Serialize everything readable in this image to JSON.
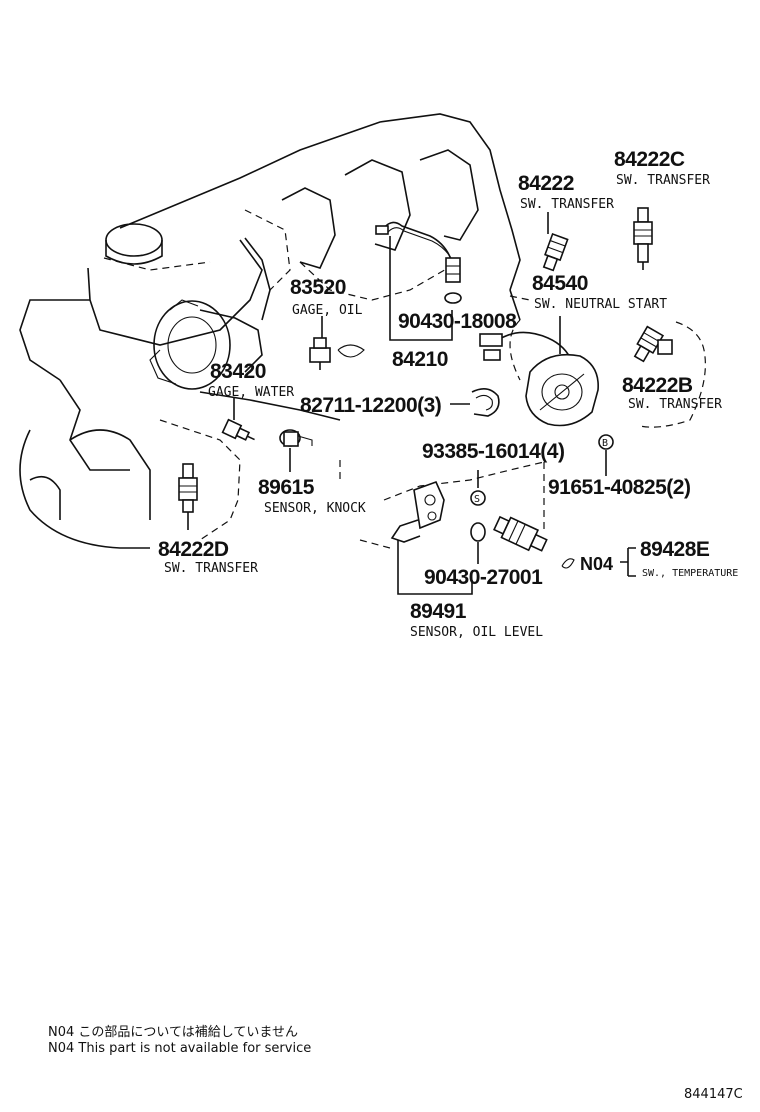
{
  "parts": {
    "p84222C": {
      "number": "84222C",
      "desc": "SW. TRANSFER"
    },
    "p84222": {
      "number": "84222",
      "desc": "SW. TRANSFER"
    },
    "p84540": {
      "number": "84540",
      "desc": "SW. NEUTRAL START"
    },
    "p84222B": {
      "number": "84222B",
      "desc": "SW. TRANSFER"
    },
    "p83520": {
      "number": "83520",
      "desc": "GAGE, OIL"
    },
    "p90430_18008": {
      "number": "90430-18008"
    },
    "p84210": {
      "number": "84210"
    },
    "p83420": {
      "number": "83420",
      "desc": "GAGE, WATER"
    },
    "p82711": {
      "number": "82711-12200(3)"
    },
    "p93385": {
      "number": "93385-16014(4)"
    },
    "p91651": {
      "number": "91651-40825(2)"
    },
    "p89615": {
      "number": "89615",
      "desc": "SENSOR, KNOCK"
    },
    "p84222D": {
      "number": "84222D",
      "desc": "SW. TRANSFER"
    },
    "p90430_27001": {
      "number": "90430-27001"
    },
    "p89491": {
      "number": "89491",
      "desc": "SENSOR, OIL LEVEL"
    },
    "p89428E": {
      "number": "89428E",
      "desc": "SW., TEMPERATURE"
    }
  },
  "callouts": {
    "n04": "N04",
    "b": "B",
    "s": "S"
  },
  "notes": {
    "jp": "N04 この部品については補給していません",
    "en": "N04 This part is not available for service"
  },
  "catalog_code": "844147C"
}
